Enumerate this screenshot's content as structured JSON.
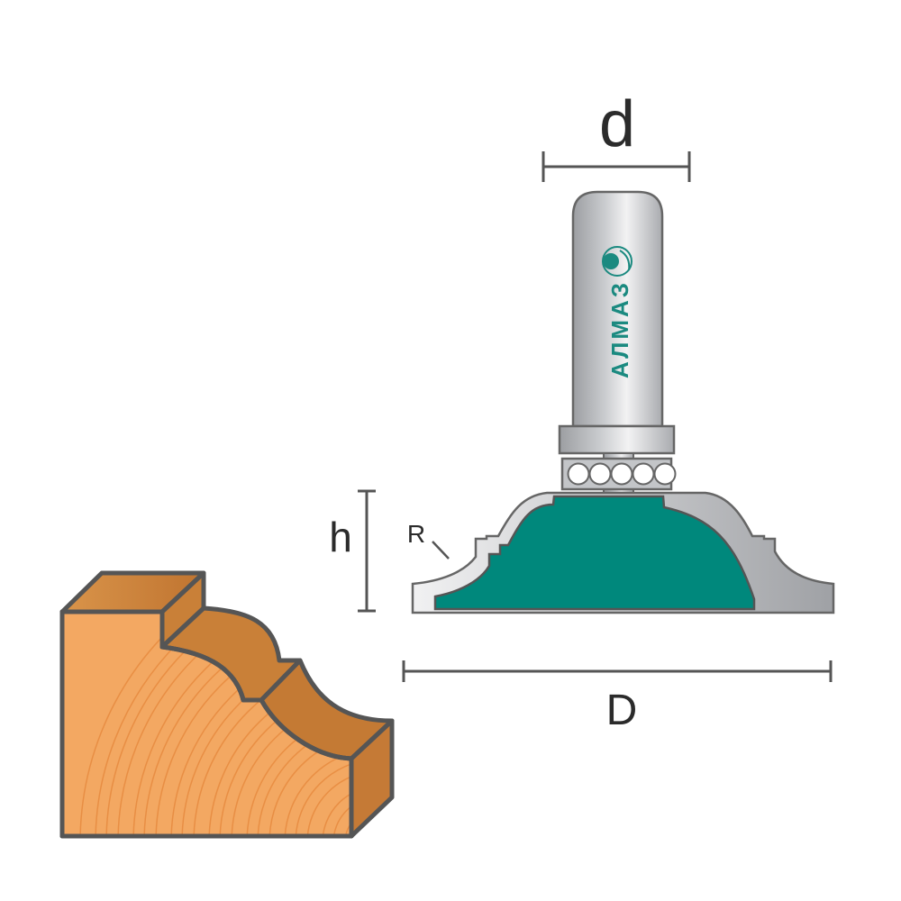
{
  "labels": {
    "shank_diameter": "d",
    "height": "h",
    "radius": "R",
    "cutting_diameter": "D"
  },
  "brand": {
    "name": "АЛМАЗ"
  },
  "colors": {
    "teal": "#00887c",
    "steel": "#b9bbbe",
    "wood_face": "#f2a35c",
    "wood_side": "#c87c38",
    "outline": "#555555"
  }
}
